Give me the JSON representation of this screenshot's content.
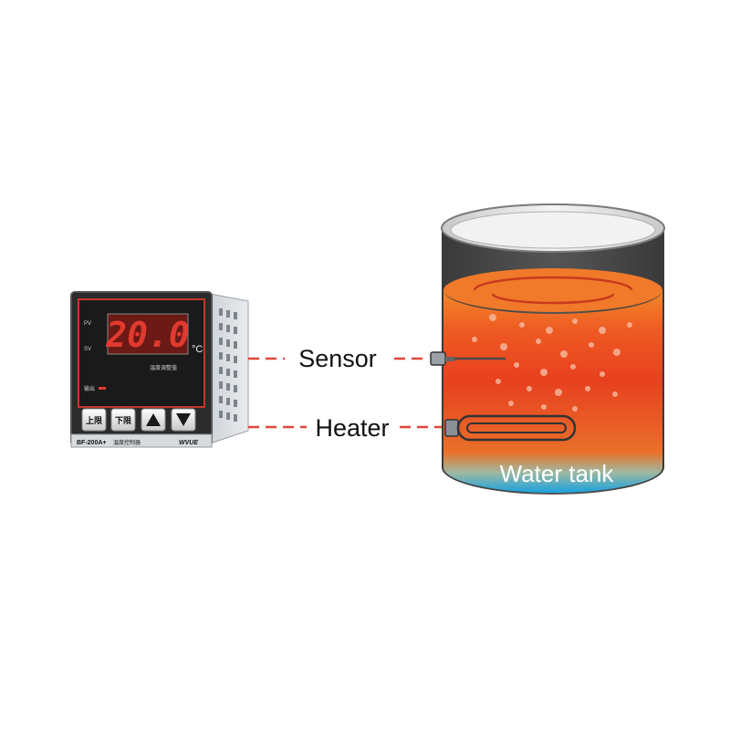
{
  "controller": {
    "display_value": "20.0",
    "unit": "°C",
    "pv_label": "PV",
    "sv_label": "SV",
    "sub_label": "温度调整值",
    "output_label": "输出",
    "buttons": [
      "上限",
      "下限",
      "▲",
      "▼"
    ],
    "model": "BF-200A+",
    "model_desc": "温度控制器",
    "brand": "WVUE"
  },
  "labels": {
    "sensor": "Sensor",
    "heater": "Heater",
    "tank": "Water tank"
  },
  "colors": {
    "line": "#e0473c",
    "digits": "#e23a2e",
    "water_top": "#f26a22",
    "water_mid": "#e8401f",
    "water_bottom": "#1aa3e0"
  }
}
